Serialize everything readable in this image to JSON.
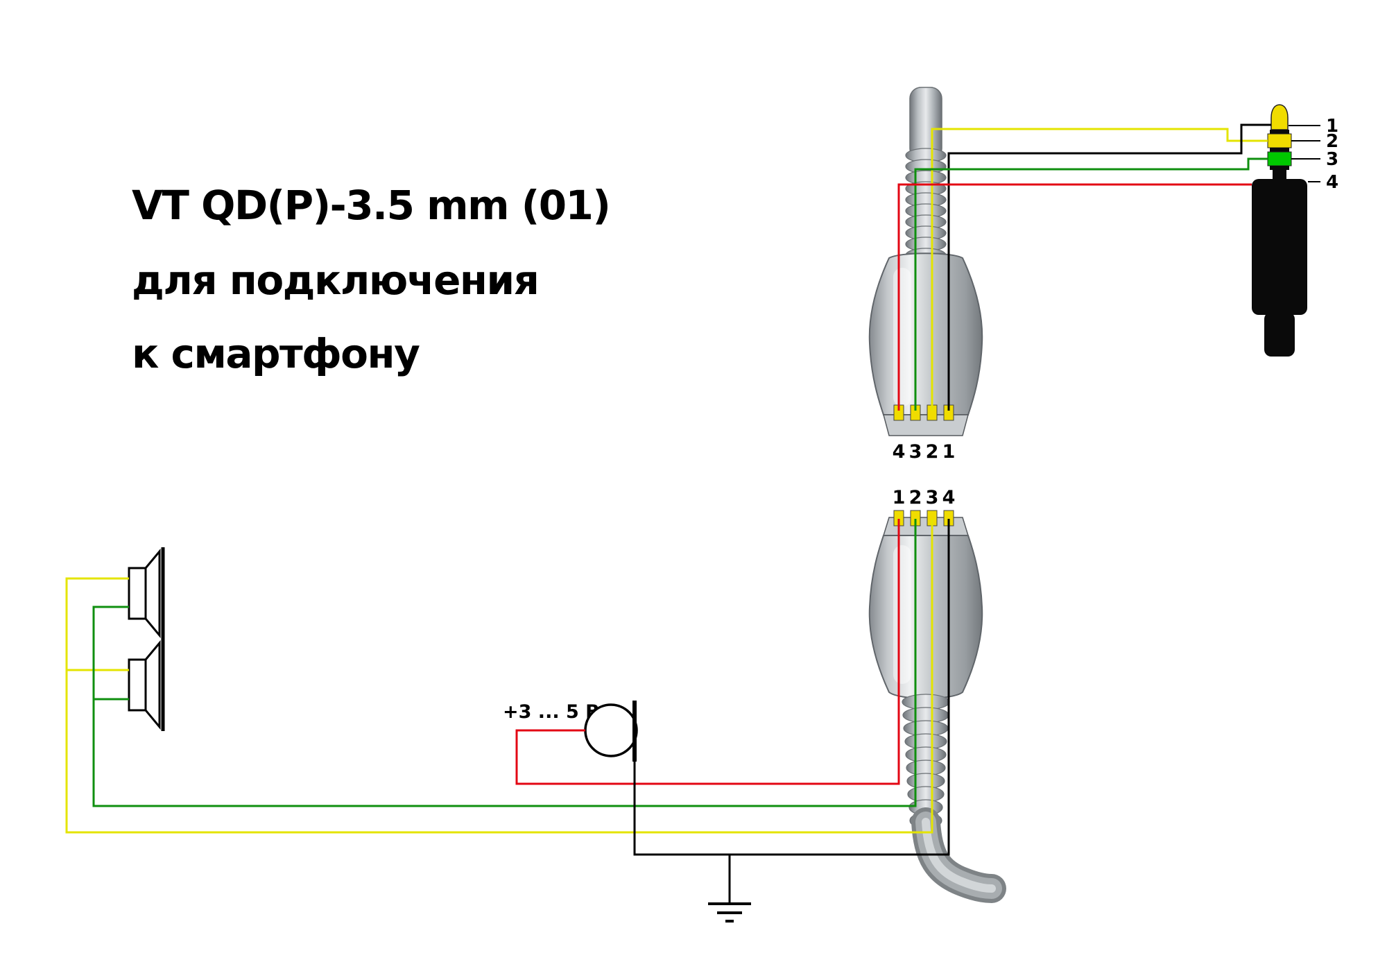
{
  "title": {
    "line1": "VT QD(P)-3.5 mm (01)",
    "line2": "для подключения",
    "line3": "к смартфону"
  },
  "upper_connector": {
    "pin_labels": [
      "4",
      "3",
      "2",
      "1"
    ]
  },
  "lower_connector": {
    "pin_labels": [
      "1",
      "2",
      "3",
      "4"
    ]
  },
  "jack": {
    "pin_labels": [
      "1",
      "2",
      "3",
      "4"
    ],
    "tip_color": "#f0dc00",
    "ring1_color": "#f0dc00",
    "ring2_color": "#00c800",
    "body_color": "#0a0a0a"
  },
  "microphone": {
    "voltage_label": "+3 ... 5 В"
  },
  "wires": {
    "red": "#e30613",
    "green": "#0f8f0f",
    "yellow": "#e4e400",
    "black": "#000000"
  },
  "colors": {
    "contact_yellow": "#f0dc00",
    "background": "#ffffff"
  }
}
